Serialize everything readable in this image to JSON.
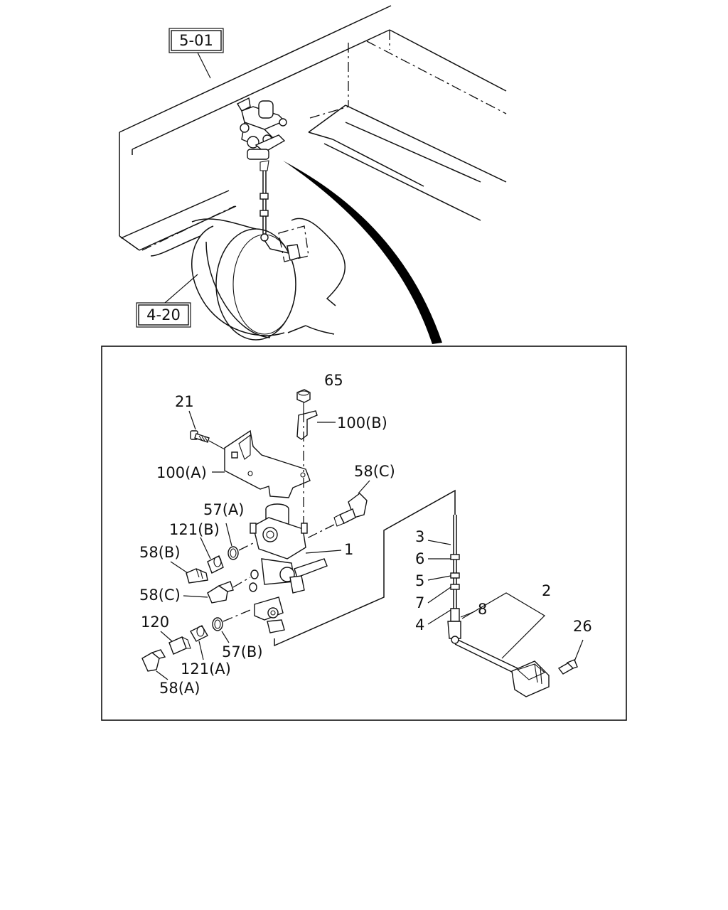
{
  "references": {
    "frame": "5-01",
    "axle": "4-20"
  },
  "callouts": {
    "p65": "65",
    "p21": "21",
    "p100b": "100(B)",
    "p100a": "100(A)",
    "p58c_top": "58(C)",
    "p57a": "57(A)",
    "p121b": "121(B)",
    "p1": "1",
    "p58b": "58(B)",
    "p58c_left": "58(C)",
    "p120": "120",
    "p57b": "57(B)",
    "p121a": "121(A)",
    "p58a": "58(A)",
    "p3": "3",
    "p6": "6",
    "p5": "5",
    "p7": "7",
    "p4": "4",
    "p8": "8",
    "p2": "2",
    "p26": "26"
  }
}
